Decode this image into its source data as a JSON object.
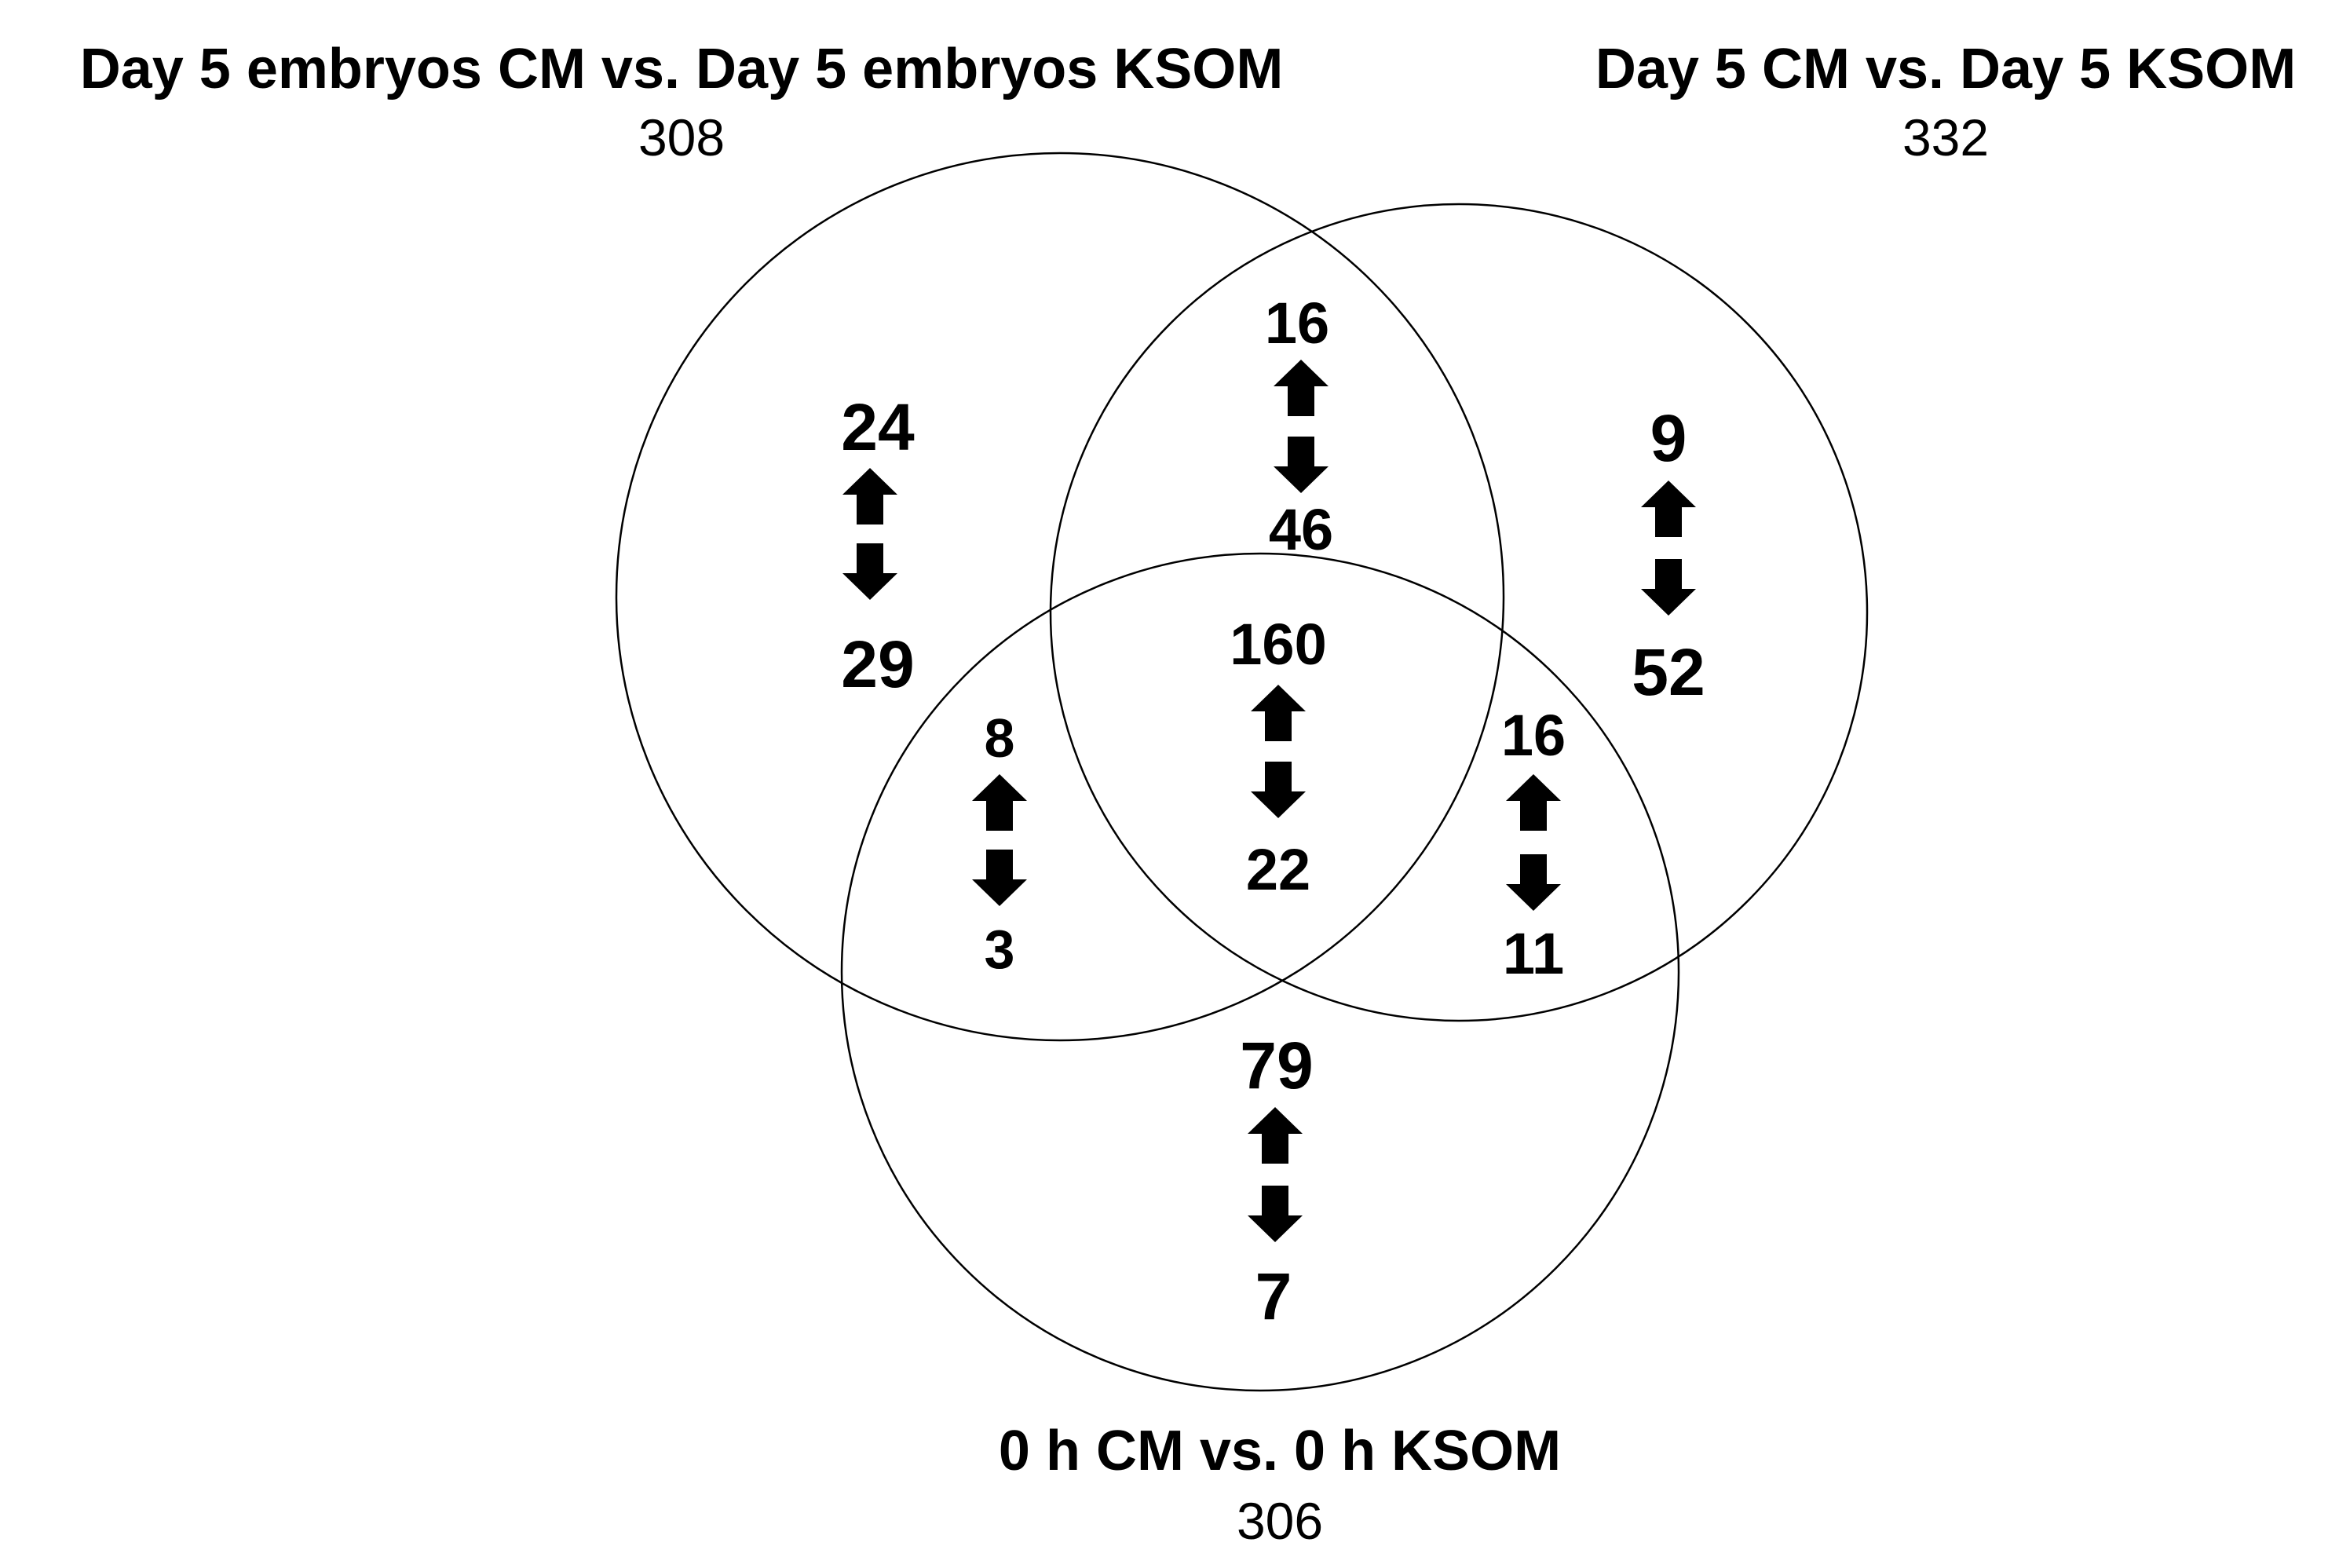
{
  "sets": {
    "a": {
      "title": "Day 5 embryos CM vs. Day 5 embryos KSOM",
      "total": "308"
    },
    "b": {
      "title": "Day 5 CM vs. Day 5 KSOM",
      "total": "332"
    },
    "c": {
      "title": "0 h CM vs. 0 h KSOM",
      "total": "306"
    }
  },
  "regions": {
    "a_only": {
      "up": "24",
      "down": "29"
    },
    "ab": {
      "up": "16",
      "down": "46"
    },
    "b_only": {
      "up": "9",
      "down": "52"
    },
    "ac": {
      "up": "8",
      "down": "3"
    },
    "abc": {
      "up": "160",
      "down": "22"
    },
    "bc": {
      "up": "16",
      "down": "11"
    },
    "c_only": {
      "up": "79",
      "down": "7"
    }
  },
  "colors": {
    "ink": "#000000",
    "background": "#ffffff"
  },
  "icons": {
    "up": "up-arrow-icon",
    "down": "down-arrow-icon"
  }
}
